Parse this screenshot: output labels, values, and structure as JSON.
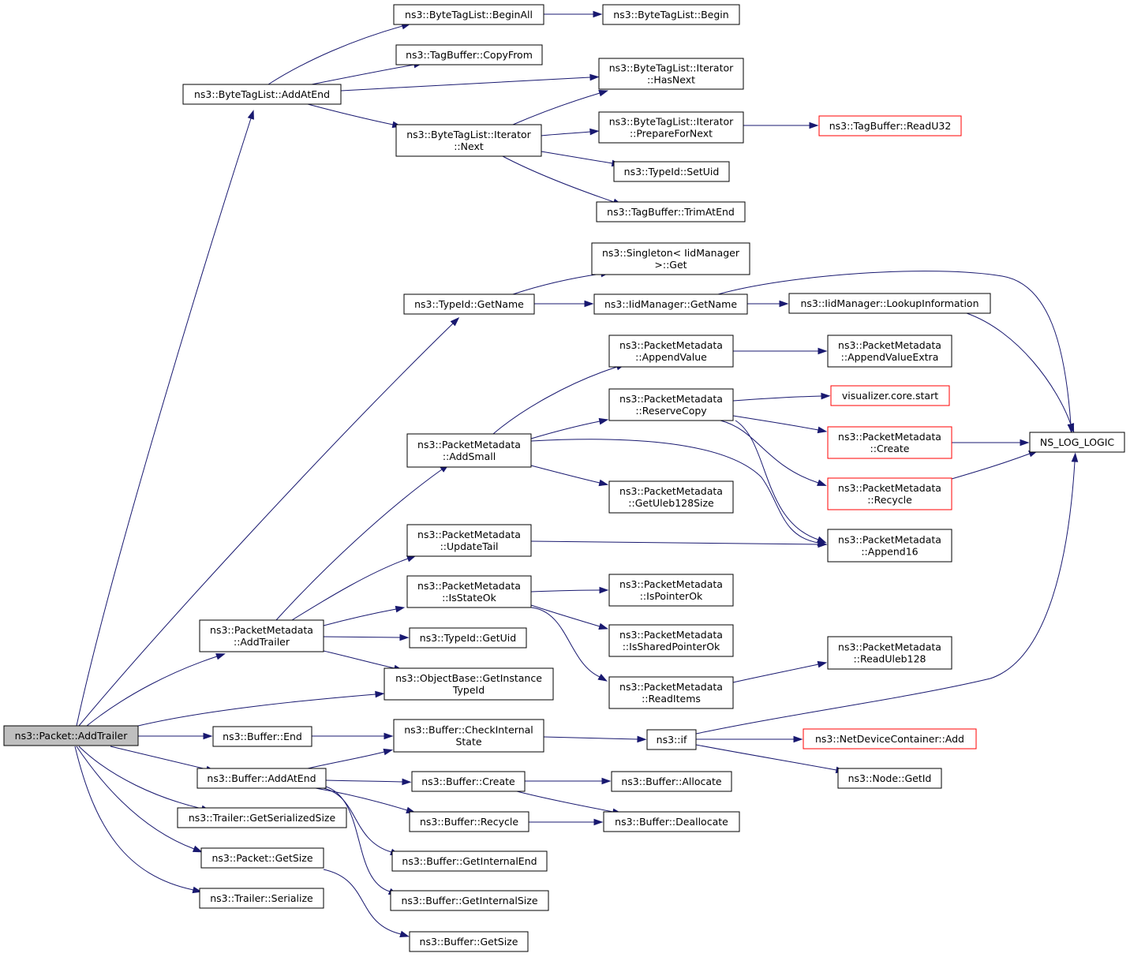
{
  "colors": {
    "edge": "#191970",
    "node_border": "#000000",
    "truncated_border": "#ff0000",
    "root_fill": "#bfbfbf"
  },
  "nodes": [
    {
      "id": "addtrailer",
      "lines": [
        "ns3::Packet::AddTrailer"
      ],
      "style": "root"
    },
    {
      "id": "btl_addatend",
      "lines": [
        "ns3::ByteTagList::AddAtEnd"
      ]
    },
    {
      "id": "btl_beginall",
      "lines": [
        "ns3::ByteTagList::BeginAll"
      ]
    },
    {
      "id": "btl_begin",
      "lines": [
        "ns3::ByteTagList::Begin"
      ]
    },
    {
      "id": "tb_copyfrom",
      "lines": [
        "ns3::TagBuffer::CopyFrom"
      ]
    },
    {
      "id": "btl_hasnext",
      "lines": [
        "ns3::ByteTagList::Iterator",
        "::HasNext"
      ]
    },
    {
      "id": "btl_next",
      "lines": [
        "ns3::ByteTagList::Iterator",
        "::Next"
      ]
    },
    {
      "id": "btl_preparefornext",
      "lines": [
        "ns3::ByteTagList::Iterator",
        "::PrepareForNext"
      ]
    },
    {
      "id": "tb_readu32",
      "lines": [
        "ns3::TagBuffer::ReadU32"
      ],
      "style": "red"
    },
    {
      "id": "tid_setuid",
      "lines": [
        "ns3::TypeId::SetUid"
      ]
    },
    {
      "id": "tb_trimatend",
      "lines": [
        "ns3::TagBuffer::TrimAtEnd"
      ]
    },
    {
      "id": "singleton_get",
      "lines": [
        "ns3::Singleton< IidManager",
        ">::Get"
      ]
    },
    {
      "id": "tid_getname",
      "lines": [
        "ns3::TypeId::GetName"
      ]
    },
    {
      "id": "iid_getname",
      "lines": [
        "ns3::IidManager::GetName"
      ]
    },
    {
      "id": "iid_lookup",
      "lines": [
        "ns3::IidManager::LookupInformation"
      ]
    },
    {
      "id": "ns_log_logic",
      "lines": [
        "NS_LOG_LOGIC"
      ]
    },
    {
      "id": "pm_appendvalue",
      "lines": [
        "ns3::PacketMetadata",
        "::AppendValue"
      ]
    },
    {
      "id": "pm_appendvalueextra",
      "lines": [
        "ns3::PacketMetadata",
        "::AppendValueExtra"
      ]
    },
    {
      "id": "pm_reservecopy",
      "lines": [
        "ns3::PacketMetadata",
        "::ReserveCopy"
      ]
    },
    {
      "id": "vis_start",
      "lines": [
        "visualizer.core.start"
      ],
      "style": "red"
    },
    {
      "id": "pm_create",
      "lines": [
        "ns3::PacketMetadata",
        "::Create"
      ],
      "style": "red"
    },
    {
      "id": "pm_addsmall",
      "lines": [
        "ns3::PacketMetadata",
        "::AddSmall"
      ]
    },
    {
      "id": "pm_recycle",
      "lines": [
        "ns3::PacketMetadata",
        "::Recycle"
      ],
      "style": "red"
    },
    {
      "id": "pm_getuleb",
      "lines": [
        "ns3::PacketMetadata",
        "::GetUleb128Size"
      ]
    },
    {
      "id": "pm_updatetail",
      "lines": [
        "ns3::PacketMetadata",
        "::UpdateTail"
      ]
    },
    {
      "id": "pm_append16",
      "lines": [
        "ns3::PacketMetadata",
        "::Append16"
      ]
    },
    {
      "id": "pm_isstateok",
      "lines": [
        "ns3::PacketMetadata",
        "::IsStateOk"
      ]
    },
    {
      "id": "pm_ispointerok",
      "lines": [
        "ns3::PacketMetadata",
        "::IsPointerOk"
      ]
    },
    {
      "id": "pm_addtrailer",
      "lines": [
        "ns3::PacketMetadata",
        "::AddTrailer"
      ]
    },
    {
      "id": "tid_getuid",
      "lines": [
        "ns3::TypeId::GetUid"
      ]
    },
    {
      "id": "pm_issharedpointerok",
      "lines": [
        "ns3::PacketMetadata",
        "::IsSharedPointerOk"
      ]
    },
    {
      "id": "pm_readuleb",
      "lines": [
        "ns3::PacketMetadata",
        "::ReadUleb128"
      ]
    },
    {
      "id": "ob_getinstance",
      "lines": [
        "ns3::ObjectBase::GetInstance",
        "TypeId"
      ]
    },
    {
      "id": "pm_readitems",
      "lines": [
        "ns3::PacketMetadata",
        "::ReadItems"
      ]
    },
    {
      "id": "buf_end",
      "lines": [
        "ns3::Buffer::End"
      ]
    },
    {
      "id": "buf_checkinternal",
      "lines": [
        "ns3::Buffer::CheckInternal",
        "State"
      ]
    },
    {
      "id": "ns3_if",
      "lines": [
        "ns3::if"
      ]
    },
    {
      "id": "ndc_add",
      "lines": [
        "ns3::NetDeviceContainer::Add"
      ],
      "style": "red"
    },
    {
      "id": "buf_addatend",
      "lines": [
        "ns3::Buffer::AddAtEnd"
      ]
    },
    {
      "id": "node_getid",
      "lines": [
        "ns3::Node::GetId"
      ]
    },
    {
      "id": "buf_create",
      "lines": [
        "ns3::Buffer::Create"
      ]
    },
    {
      "id": "buf_allocate",
      "lines": [
        "ns3::Buffer::Allocate"
      ]
    },
    {
      "id": "trailer_getsersize",
      "lines": [
        "ns3::Trailer::GetSerializedSize"
      ]
    },
    {
      "id": "buf_recycle",
      "lines": [
        "ns3::Buffer::Recycle"
      ]
    },
    {
      "id": "buf_deallocate",
      "lines": [
        "ns3::Buffer::Deallocate"
      ]
    },
    {
      "id": "pkt_getsize",
      "lines": [
        "ns3::Packet::GetSize"
      ]
    },
    {
      "id": "buf_getinternalend",
      "lines": [
        "ns3::Buffer::GetInternalEnd"
      ]
    },
    {
      "id": "trailer_serialize",
      "lines": [
        "ns3::Trailer::Serialize"
      ]
    },
    {
      "id": "buf_getinternalsize",
      "lines": [
        "ns3::Buffer::GetInternalSize"
      ]
    },
    {
      "id": "buf_getsize",
      "lines": [
        "ns3::Buffer::GetSize"
      ]
    }
  ],
  "edges": [
    {
      "from": "addtrailer",
      "to": "btl_addatend"
    },
    {
      "from": "addtrailer",
      "to": "tid_getname"
    },
    {
      "from": "addtrailer",
      "to": "pm_addtrailer"
    },
    {
      "from": "addtrailer",
      "to": "ob_getinstance"
    },
    {
      "from": "addtrailer",
      "to": "buf_end"
    },
    {
      "from": "addtrailer",
      "to": "buf_addatend"
    },
    {
      "from": "addtrailer",
      "to": "trailer_getsersize"
    },
    {
      "from": "addtrailer",
      "to": "pkt_getsize"
    },
    {
      "from": "addtrailer",
      "to": "trailer_serialize"
    },
    {
      "from": "btl_addatend",
      "to": "btl_beginall"
    },
    {
      "from": "btl_addatend",
      "to": "tb_copyfrom"
    },
    {
      "from": "btl_addatend",
      "to": "btl_hasnext"
    },
    {
      "from": "btl_addatend",
      "to": "btl_next"
    },
    {
      "from": "btl_beginall",
      "to": "btl_begin"
    },
    {
      "from": "btl_next",
      "to": "btl_hasnext"
    },
    {
      "from": "btl_next",
      "to": "btl_preparefornext"
    },
    {
      "from": "btl_next",
      "to": "tid_setuid"
    },
    {
      "from": "btl_next",
      "to": "tb_trimatend"
    },
    {
      "from": "btl_preparefornext",
      "to": "tb_readu32"
    },
    {
      "from": "tid_getname",
      "to": "singleton_get"
    },
    {
      "from": "tid_getname",
      "to": "iid_getname"
    },
    {
      "from": "iid_getname",
      "to": "iid_lookup"
    },
    {
      "from": "iid_getname",
      "to": "ns_log_logic"
    },
    {
      "from": "iid_lookup",
      "to": "ns_log_logic"
    },
    {
      "from": "pm_addsmall",
      "to": "pm_appendvalue"
    },
    {
      "from": "pm_addsmall",
      "to": "pm_reservecopy"
    },
    {
      "from": "pm_addsmall",
      "to": "pm_append16"
    },
    {
      "from": "pm_addsmall",
      "to": "pm_getuleb"
    },
    {
      "from": "pm_appendvalue",
      "to": "pm_appendvalueextra"
    },
    {
      "from": "pm_reservecopy",
      "to": "vis_start"
    },
    {
      "from": "pm_reservecopy",
      "to": "pm_create"
    },
    {
      "from": "pm_reservecopy",
      "to": "pm_recycle"
    },
    {
      "from": "pm_reservecopy",
      "to": "pm_append16"
    },
    {
      "from": "pm_create",
      "to": "ns_log_logic"
    },
    {
      "from": "pm_recycle",
      "to": "ns_log_logic"
    },
    {
      "from": "pm_updatetail",
      "to": "pm_append16"
    },
    {
      "from": "pm_addtrailer",
      "to": "pm_addsmall"
    },
    {
      "from": "pm_addtrailer",
      "to": "pm_updatetail"
    },
    {
      "from": "pm_addtrailer",
      "to": "pm_isstateok"
    },
    {
      "from": "pm_addtrailer",
      "to": "tid_getuid"
    },
    {
      "from": "pm_addtrailer",
      "to": "ob_getinstance"
    },
    {
      "from": "pm_isstateok",
      "to": "pm_ispointerok"
    },
    {
      "from": "pm_isstateok",
      "to": "pm_issharedpointerok"
    },
    {
      "from": "pm_isstateok",
      "to": "pm_readitems"
    },
    {
      "from": "pm_readitems",
      "to": "pm_readuleb"
    },
    {
      "from": "buf_end",
      "to": "buf_checkinternal"
    },
    {
      "from": "buf_checkinternal",
      "to": "ns3_if"
    },
    {
      "from": "ns3_if",
      "to": "ns_log_logic"
    },
    {
      "from": "ns3_if",
      "to": "ndc_add"
    },
    {
      "from": "ns3_if",
      "to": "node_getid"
    },
    {
      "from": "buf_addatend",
      "to": "buf_checkinternal"
    },
    {
      "from": "buf_addatend",
      "to": "buf_create"
    },
    {
      "from": "buf_addatend",
      "to": "buf_recycle"
    },
    {
      "from": "buf_addatend",
      "to": "buf_getinternalend"
    },
    {
      "from": "buf_addatend",
      "to": "buf_getinternalsize"
    },
    {
      "from": "buf_create",
      "to": "buf_allocate"
    },
    {
      "from": "buf_create",
      "to": "buf_deallocate"
    },
    {
      "from": "buf_recycle",
      "to": "buf_deallocate"
    },
    {
      "from": "pkt_getsize",
      "to": "buf_getsize"
    }
  ]
}
